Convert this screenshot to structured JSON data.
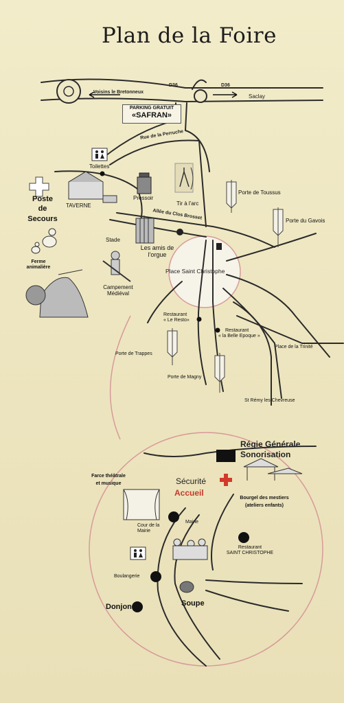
{
  "title": "Plan de la Foire",
  "roads": {
    "d36_left": "D36",
    "d36_right": "D36",
    "saclay": "Saclay",
    "voisins": "Voisins le Bretonneux",
    "rue_perruche": "Rue de la Perruche",
    "allee_clos": "Allée du Clos Brosset"
  },
  "parking": {
    "line1": "PARKING GRATUIT",
    "line2": "«SAFRAN»"
  },
  "poste_secours": {
    "line1": "Poste",
    "line2": "de",
    "line3": "Secours"
  },
  "places": {
    "toilettes": "Toilettes",
    "taverne": "TAVERNE",
    "pressoir": "Pressoir",
    "tir_arc": "Tir à l'arc",
    "porte_toussus": "Porte de Toussus",
    "porte_gavois": "Porte du Gavois",
    "stade": "Stade",
    "amis_orgue_1": "Les amis de",
    "amis_orgue_2": "l'orgue",
    "place_st_christophe": "Place Saint Christophe",
    "ferme_1": "Ferme",
    "ferme_2": "animalière",
    "campement_1": "Campement",
    "campement_2": "Médiéval",
    "resto_1": "Restaurant",
    "resto_2": "« Le Resto»",
    "belle_epoque_1": "Restaurant",
    "belle_epoque_2": "« la Belle Epoque »",
    "place_trinite": "Place de la Trinité",
    "porte_trappes": "Porte de Trappes",
    "porte_magny": "Porte de Magny",
    "st_remy": "St Rémy les Chevreuse"
  },
  "bottom": {
    "regie_1": "Régie Générale",
    "regie_2": "Sonorisation",
    "farce_1": "Farce théâtrale",
    "farce_2": "et musique",
    "securite": "Sécurité",
    "accueil": "Accueil",
    "bourgel_1": "Bourgel des mestiers",
    "bourgel_2": "(ateliers enfants)",
    "cour_1": "Cour de la",
    "cour_2": "Mairie",
    "mairie": "Mairie",
    "resto_sc_1": "Restaurant",
    "resto_sc_2": "SAINT CHRISTOPHE",
    "boulangerie": "Boulangerie",
    "donjon": "Donjon",
    "soupe": "Soupe"
  },
  "colors": {
    "paper": "#efe8c6",
    "road": "#2a2a2a",
    "circle": "#d79a9a",
    "red_cross": "#d23a2a",
    "accueil": "#c23a2a"
  },
  "icons": [
    "roundabout-icon",
    "first-aid-cross-icon",
    "toilets-icon",
    "wine-press-icon",
    "archer-icon",
    "flag-icon",
    "organ-icon",
    "knight-icon",
    "tent-icon",
    "duck-icon",
    "stage-icon",
    "stall-icon",
    "musicians-icon",
    "cauldron-icon"
  ]
}
